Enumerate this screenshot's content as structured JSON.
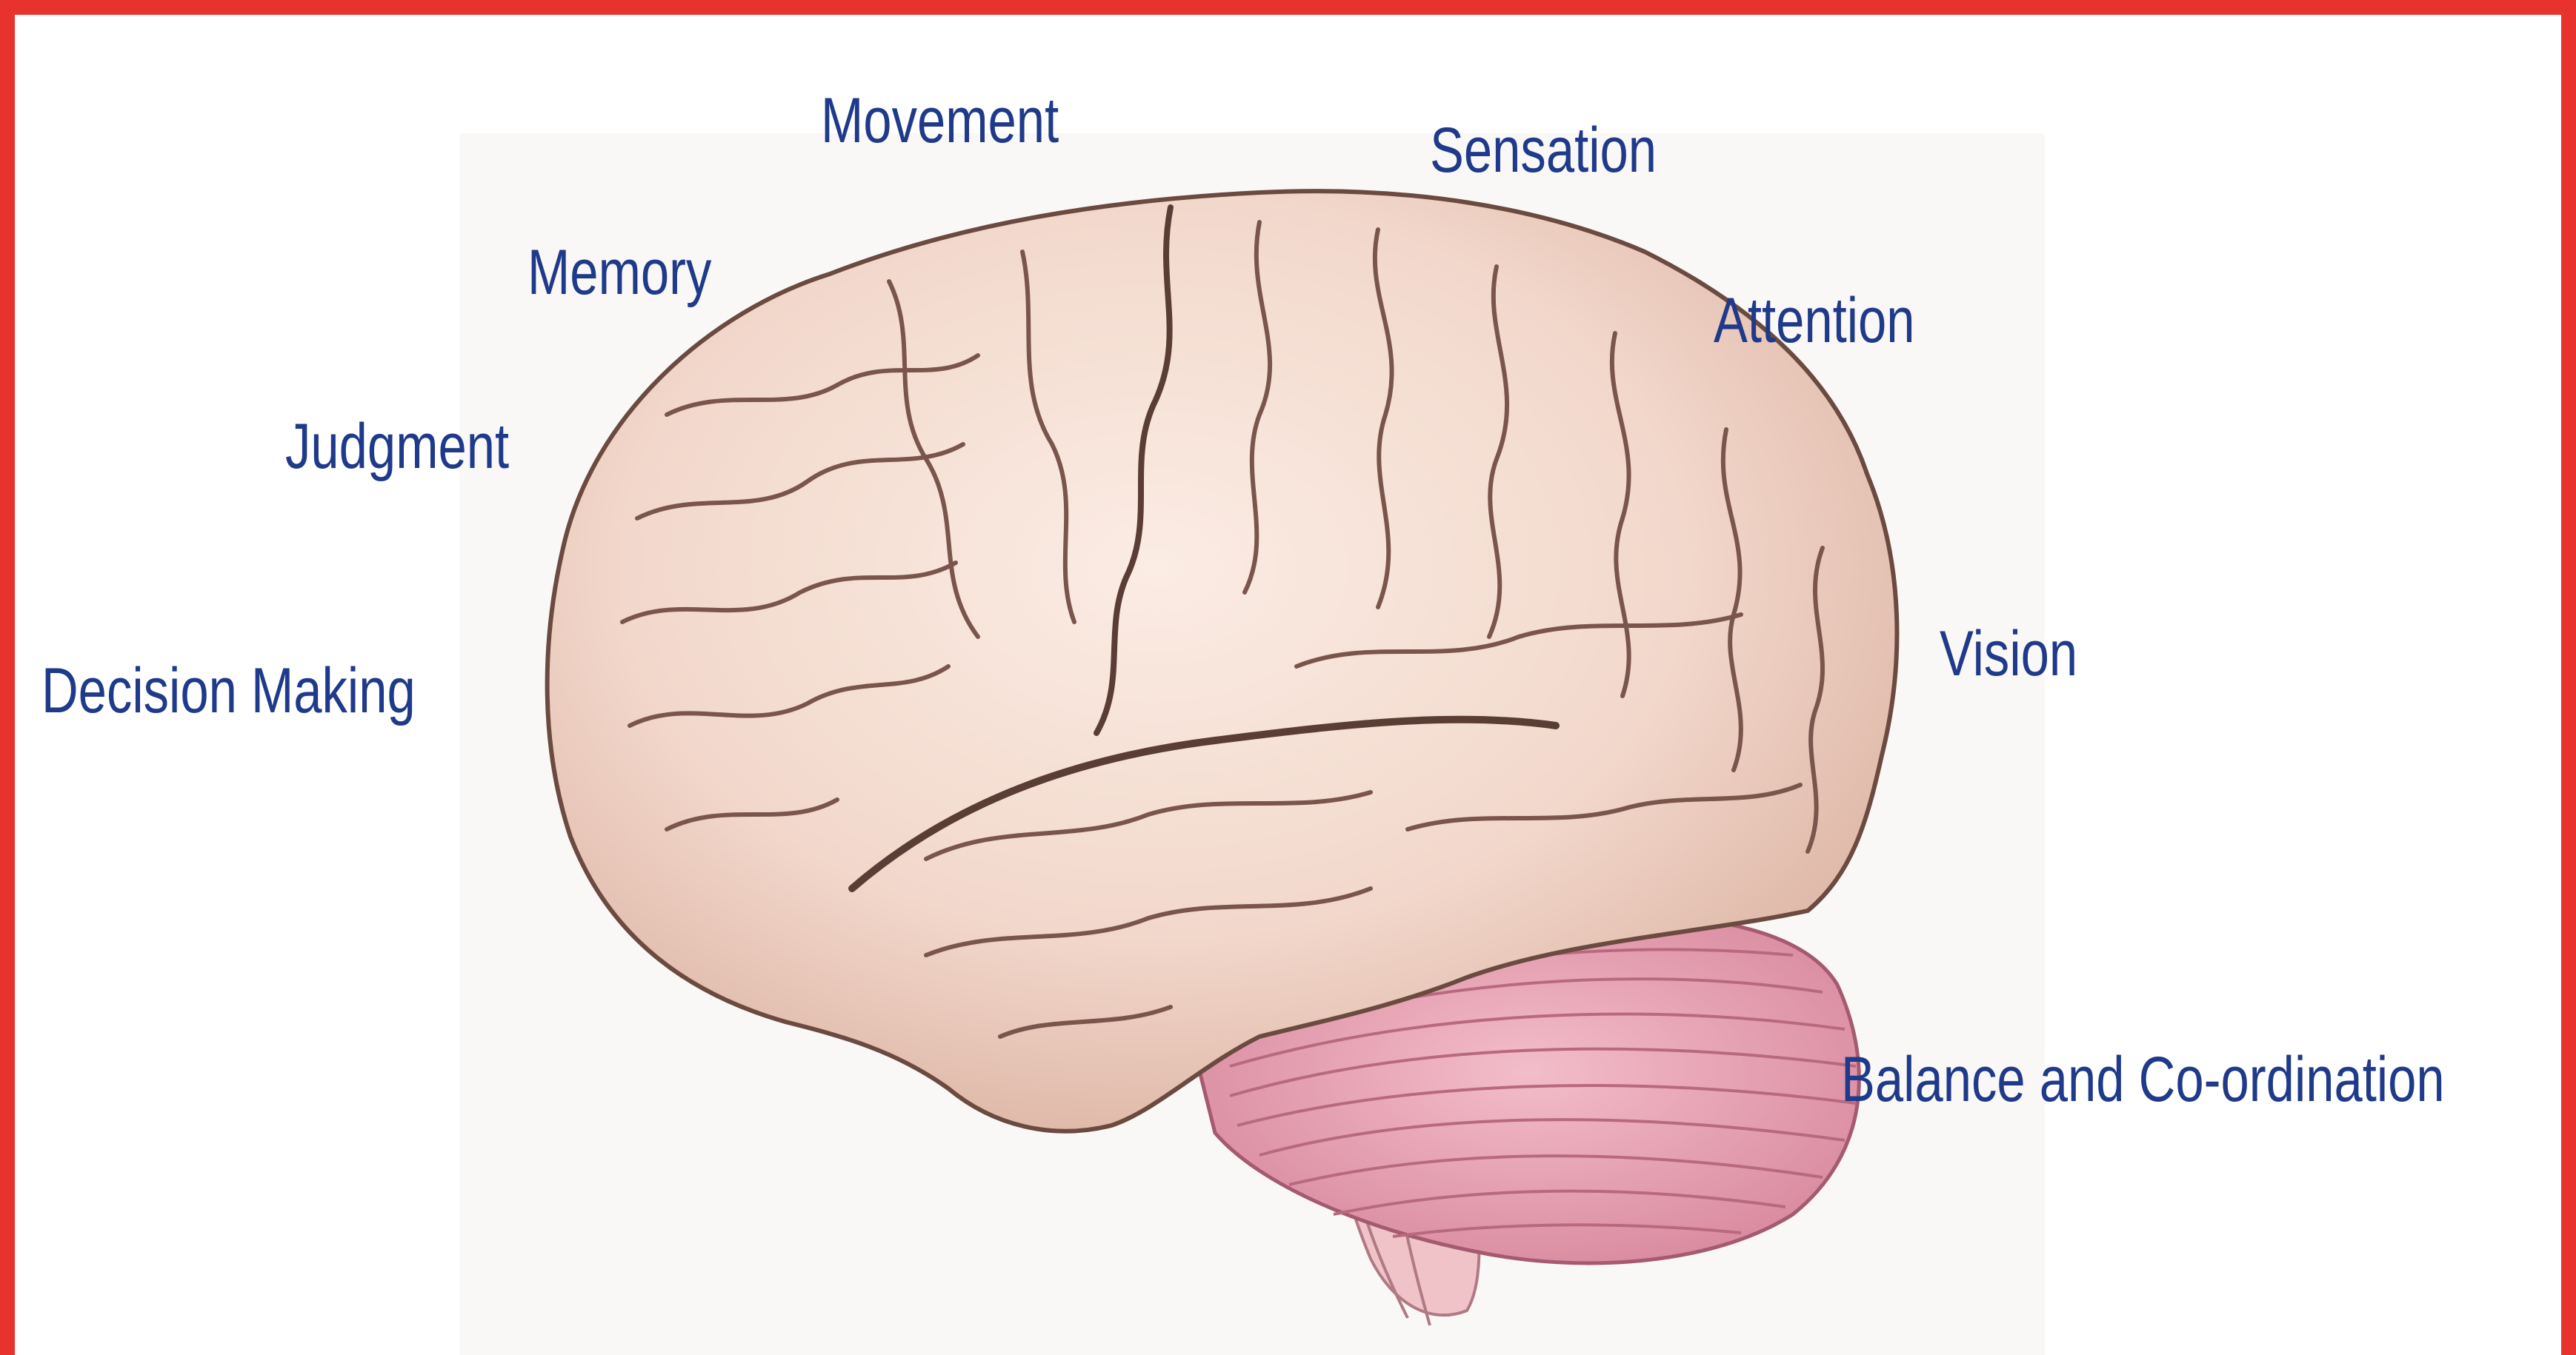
{
  "labels": {
    "movement": "Movement",
    "sensation": "Sensation",
    "memory": "Memory",
    "attention": "Attention",
    "judgment": "Judgment",
    "vision": "Vision",
    "decision_making": "Decision Making",
    "balance": "Balance and Co-ordination"
  },
  "colors": {
    "frame": "#e8322e",
    "label_text": "#1f3a8a",
    "cerebrum": "#f2d9cd",
    "cerebellum": "#e7a8b8",
    "brainstem": "#efc3c8"
  }
}
